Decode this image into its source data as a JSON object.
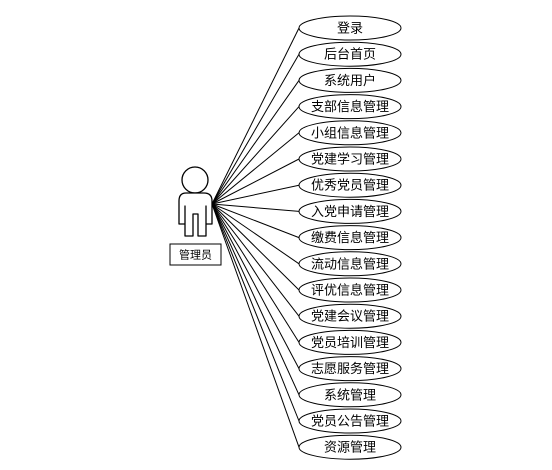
{
  "actor": {
    "name": "管理员"
  },
  "use_cases": [
    {
      "label": "登录"
    },
    {
      "label": "后台首页"
    },
    {
      "label": "系统用户"
    },
    {
      "label": "支部信息管理"
    },
    {
      "label": "小组信息管理"
    },
    {
      "label": "党建学习管理"
    },
    {
      "label": "优秀党员管理"
    },
    {
      "label": "入党申请管理"
    },
    {
      "label": "缴费信息管理"
    },
    {
      "label": "流动信息管理"
    },
    {
      "label": "评优信息管理"
    },
    {
      "label": "党建会议管理"
    },
    {
      "label": "党员培训管理"
    },
    {
      "label": "志愿服务管理"
    },
    {
      "label": "系统管理"
    },
    {
      "label": "党员公告管理"
    },
    {
      "label": "资源管理"
    }
  ],
  "colors": {
    "stroke": "#000000",
    "fill": "#ffffff"
  }
}
